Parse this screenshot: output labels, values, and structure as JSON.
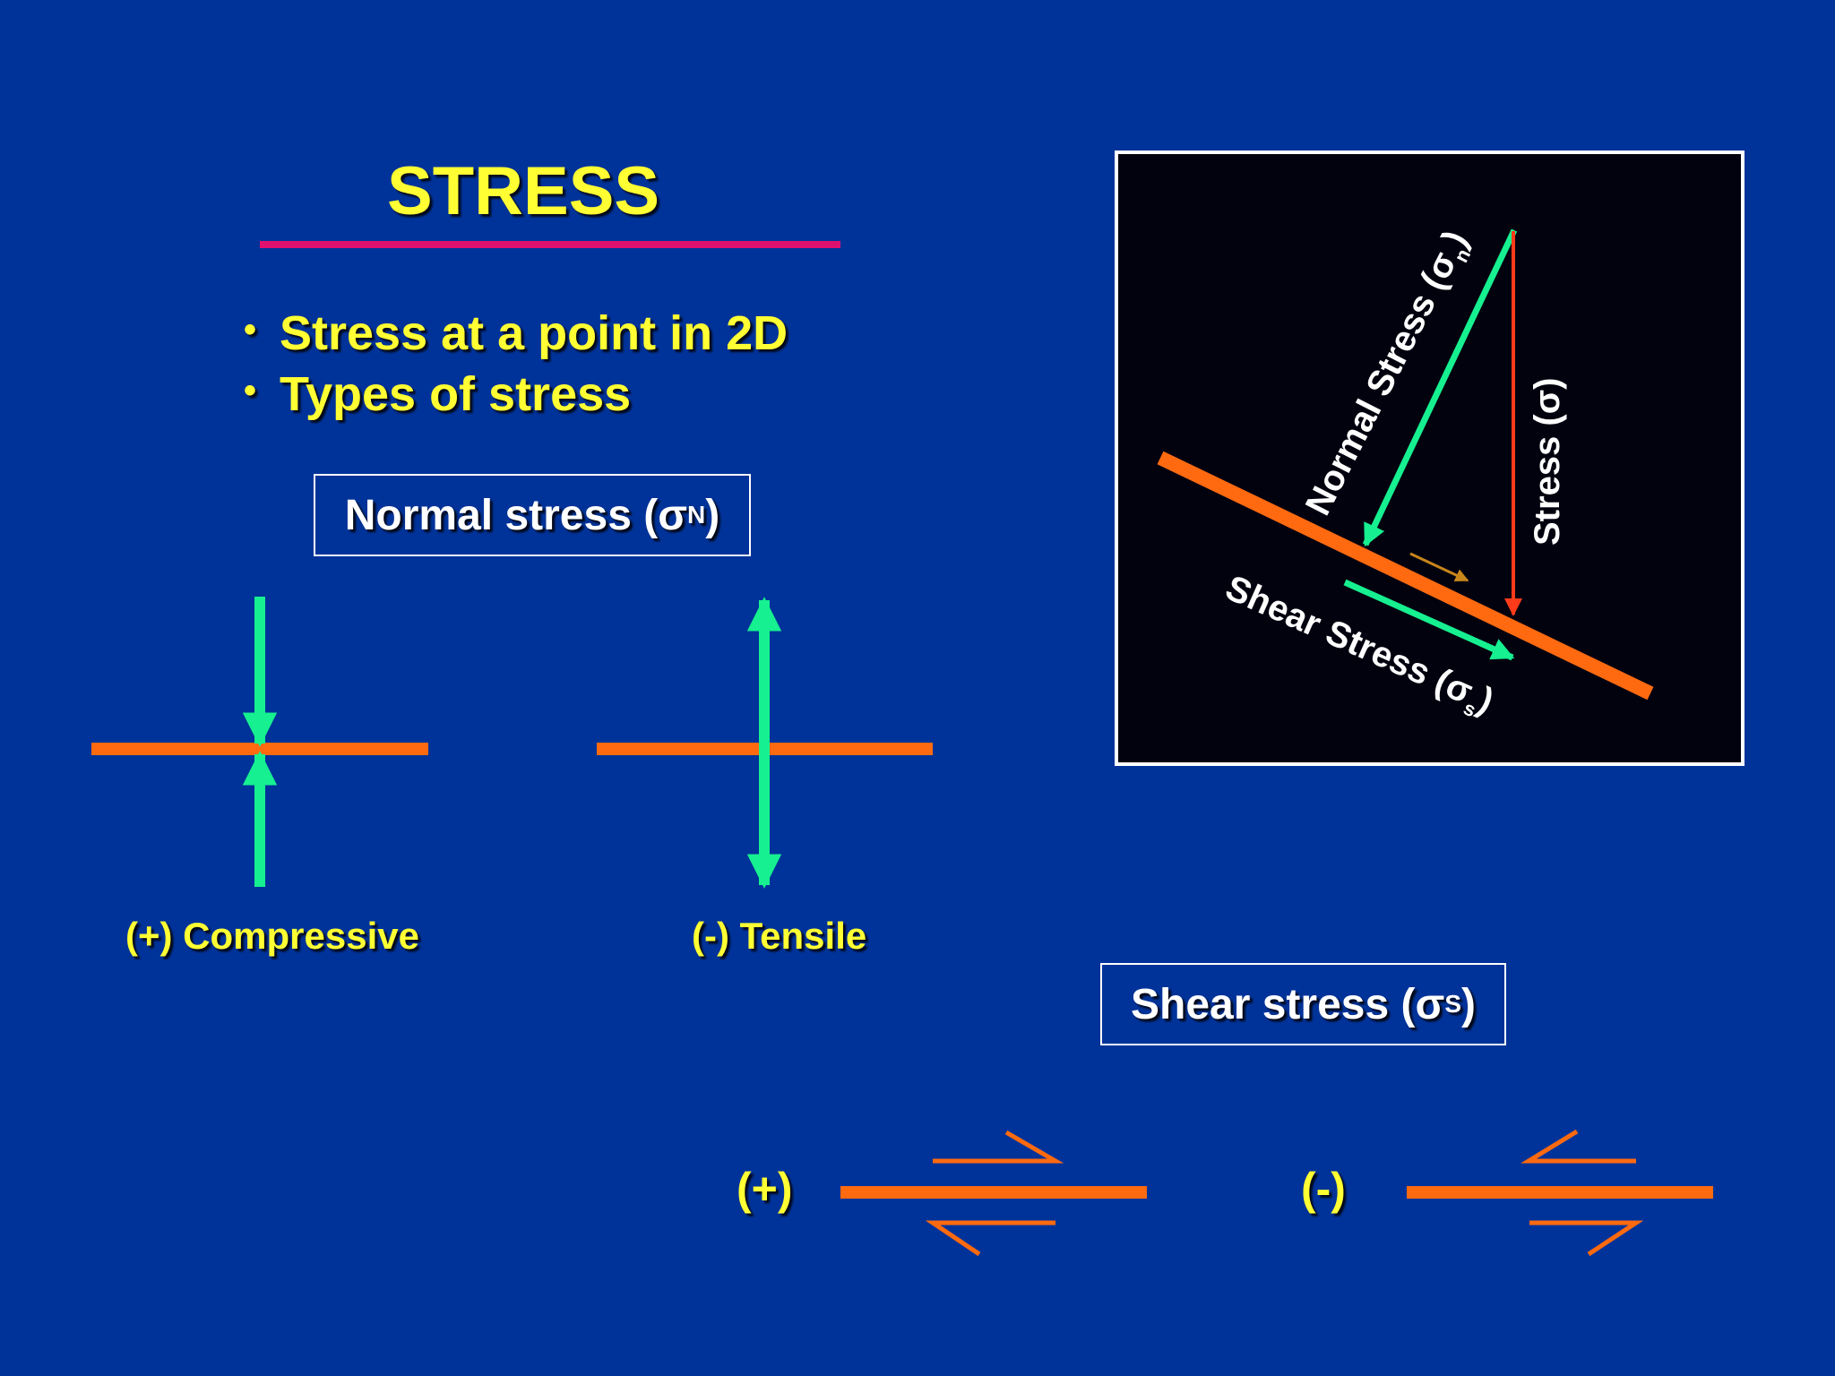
{
  "title": "STRESS",
  "bullets": [
    "Stress at a point in 2D",
    "Types of stress"
  ],
  "bullet_glyph": "•",
  "normal_box": {
    "text": "Normal stress (σ",
    "sub": "N",
    "close": ")"
  },
  "compressive_label": "(+) Compressive",
  "tensile_label": "(-) Tensile",
  "shear_box": {
    "text": "Shear stress (σ",
    "sub": "S",
    "close": ")"
  },
  "shear_plus_label": "(+)",
  "shear_minus_label": "(-)",
  "inset": {
    "normal_label": {
      "text": "Normal Stress (σ",
      "sub": "n",
      "close": ")"
    },
    "stress_label": "Stress (σ)",
    "shear_label": {
      "text": "Shear Stress (σ",
      "sub": "s",
      "close": ")"
    }
  },
  "colors": {
    "background": "#003399",
    "title_yellow": "#ffff33",
    "underline_magenta": "#e0106e",
    "arrow_green": "#16f090",
    "plane_orange": "#ff6a10",
    "stress_red": "#ff3b1a",
    "small_arrow_gold": "#c8861a"
  }
}
